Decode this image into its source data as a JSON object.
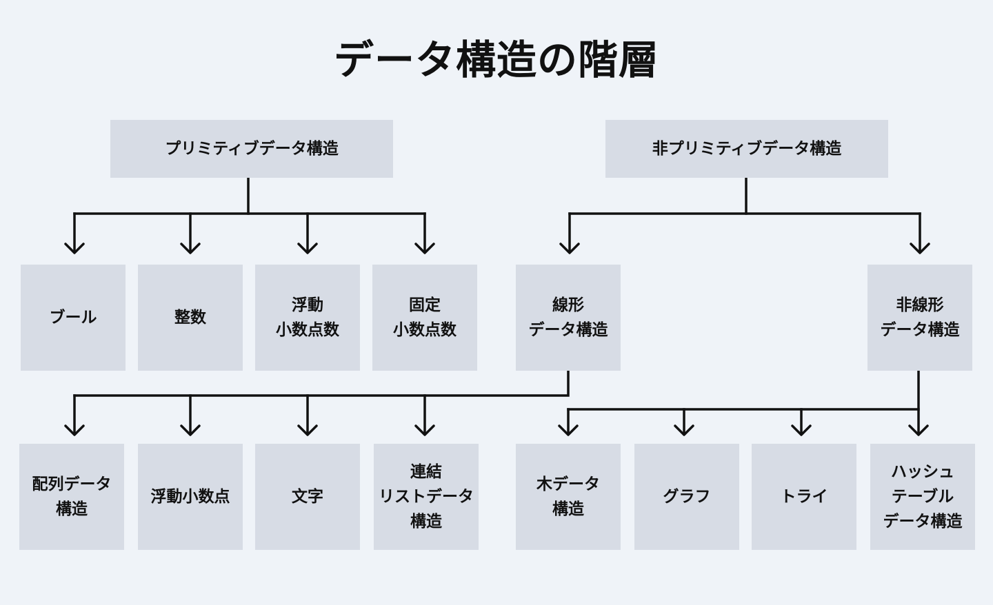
{
  "title": "データ構造の階層",
  "colors": {
    "background": "#eff3f8",
    "node": "#d7dce5",
    "line": "#111111"
  },
  "nodes": {
    "primitive": "プリミティブデータ構造",
    "non_primitive": "非プリミティブデータ構造",
    "boolean": "ブール",
    "integer": "整数",
    "floating_point": "浮動\n小数点数",
    "fixed_point": "固定\n小数点数",
    "linear": "線形\nデータ構造",
    "non_linear": "非線形\nデータ構造",
    "array": "配列データ\n構造",
    "float": "浮動小数点",
    "character": "文字",
    "linked_list": "連結\nリストデータ\n構造",
    "tree": "木データ\n構造",
    "graph": "グラフ",
    "trie": "トライ",
    "hash_table": "ハッシュ\nテーブル\nデータ構造"
  }
}
